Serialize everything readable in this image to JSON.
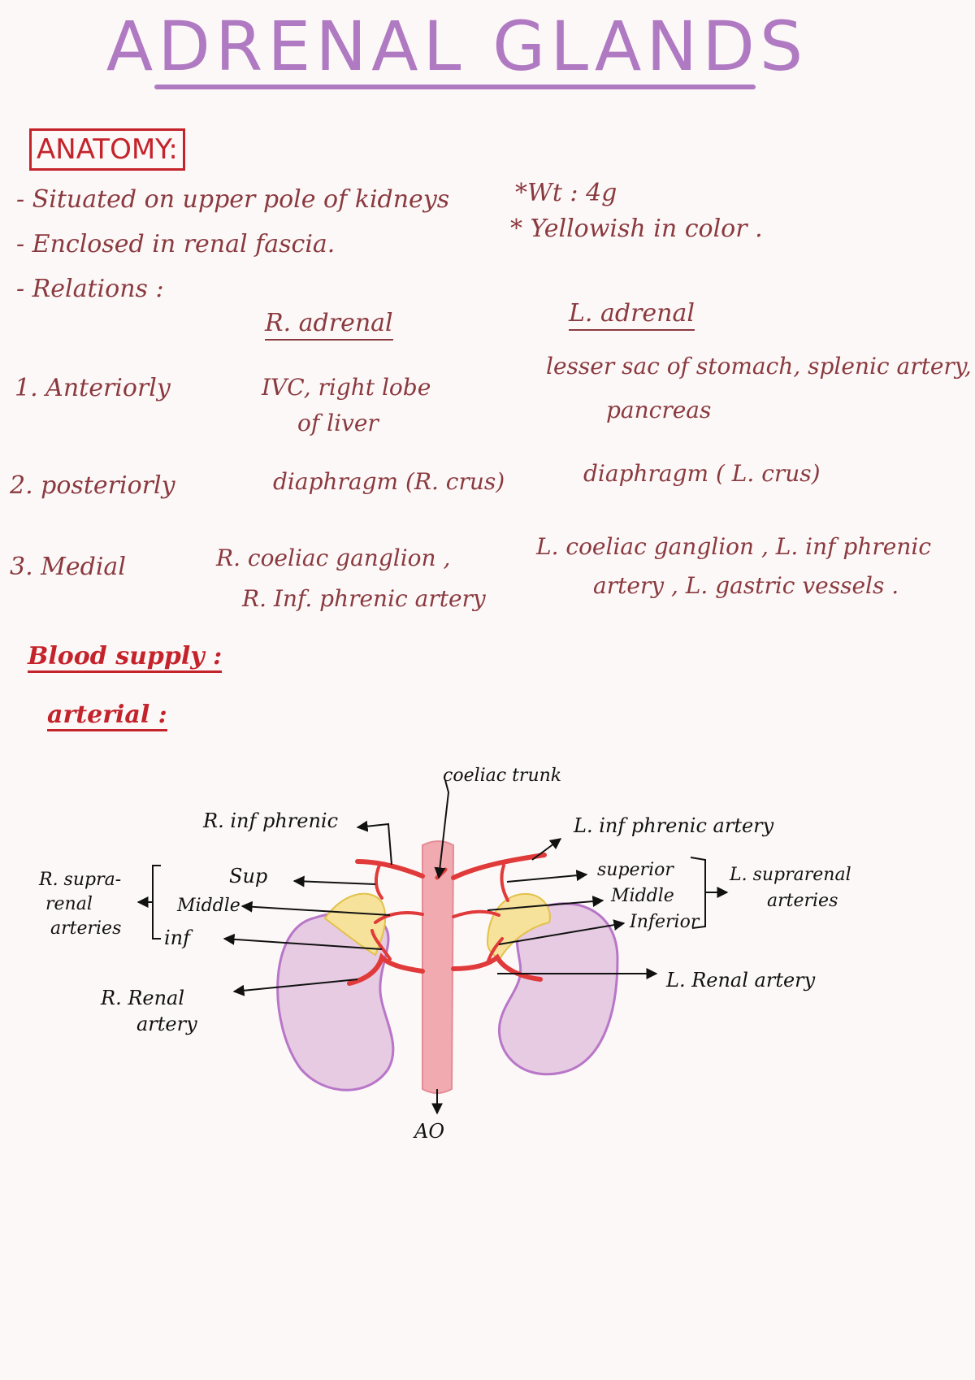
{
  "title": "ADRENAL GLANDS",
  "anatomy": {
    "heading": "ANATOMY:",
    "points": [
      "- Situated on upper pole of kidneys",
      "- Enclosed in renal fascia.",
      "- Relations :"
    ],
    "facts": [
      "*Wt : 4g",
      "* Yellowish in color ."
    ],
    "col_right": "R. adrenal",
    "col_left": "L. adrenal",
    "relations": [
      {
        "label": "1. Anteriorly",
        "right": [
          "IVC, right lobe",
          "of liver"
        ],
        "left": [
          "lesser sac of stomach, splenic artery,",
          "pancreas"
        ]
      },
      {
        "label": "2. posteriorly",
        "right": [
          "diaphragm (R. crus)"
        ],
        "left": [
          "diaphragm ( L. crus)"
        ]
      },
      {
        "label": "3. Medial",
        "right": [
          "R. coeliac ganglion ,",
          "R. Inf. phrenic artery"
        ],
        "left": [
          "L. coeliac ganglion , L. inf phrenic",
          "artery , L. gastric vessels ."
        ]
      }
    ]
  },
  "blood_supply": {
    "heading": "Blood supply :",
    "subheading": "arterial :"
  },
  "diagram": {
    "labels": {
      "coeliac_trunk": "coeliac trunk",
      "r_inf_phrenic": "R. inf phrenic",
      "l_inf_phrenic": "L. inf  phrenic  artery",
      "sup": "Sup",
      "middle": "Middle",
      "inf": "inf",
      "r_suprarenal_1": "R. supra-",
      "r_suprarenal_2": "renal",
      "r_suprarenal_3": "arteries",
      "superior": "superior",
      "l_middle": "Middle",
      "inferior": "Inferior",
      "l_suprarenal_1": "L. suprarenal",
      "l_suprarenal_2": "arteries",
      "r_renal_1": "R. Renal",
      "r_renal_2": "artery",
      "l_renal": "L. Renal artery",
      "ao": "AO"
    },
    "colors": {
      "aorta": "#f0aab0",
      "artery": "#e03a3a",
      "kidney_fill": "#e6cbe2",
      "kidney_stroke": "#b876c8",
      "adrenal": "#f6e29a",
      "adrenal_stroke": "#e2c24a"
    }
  }
}
